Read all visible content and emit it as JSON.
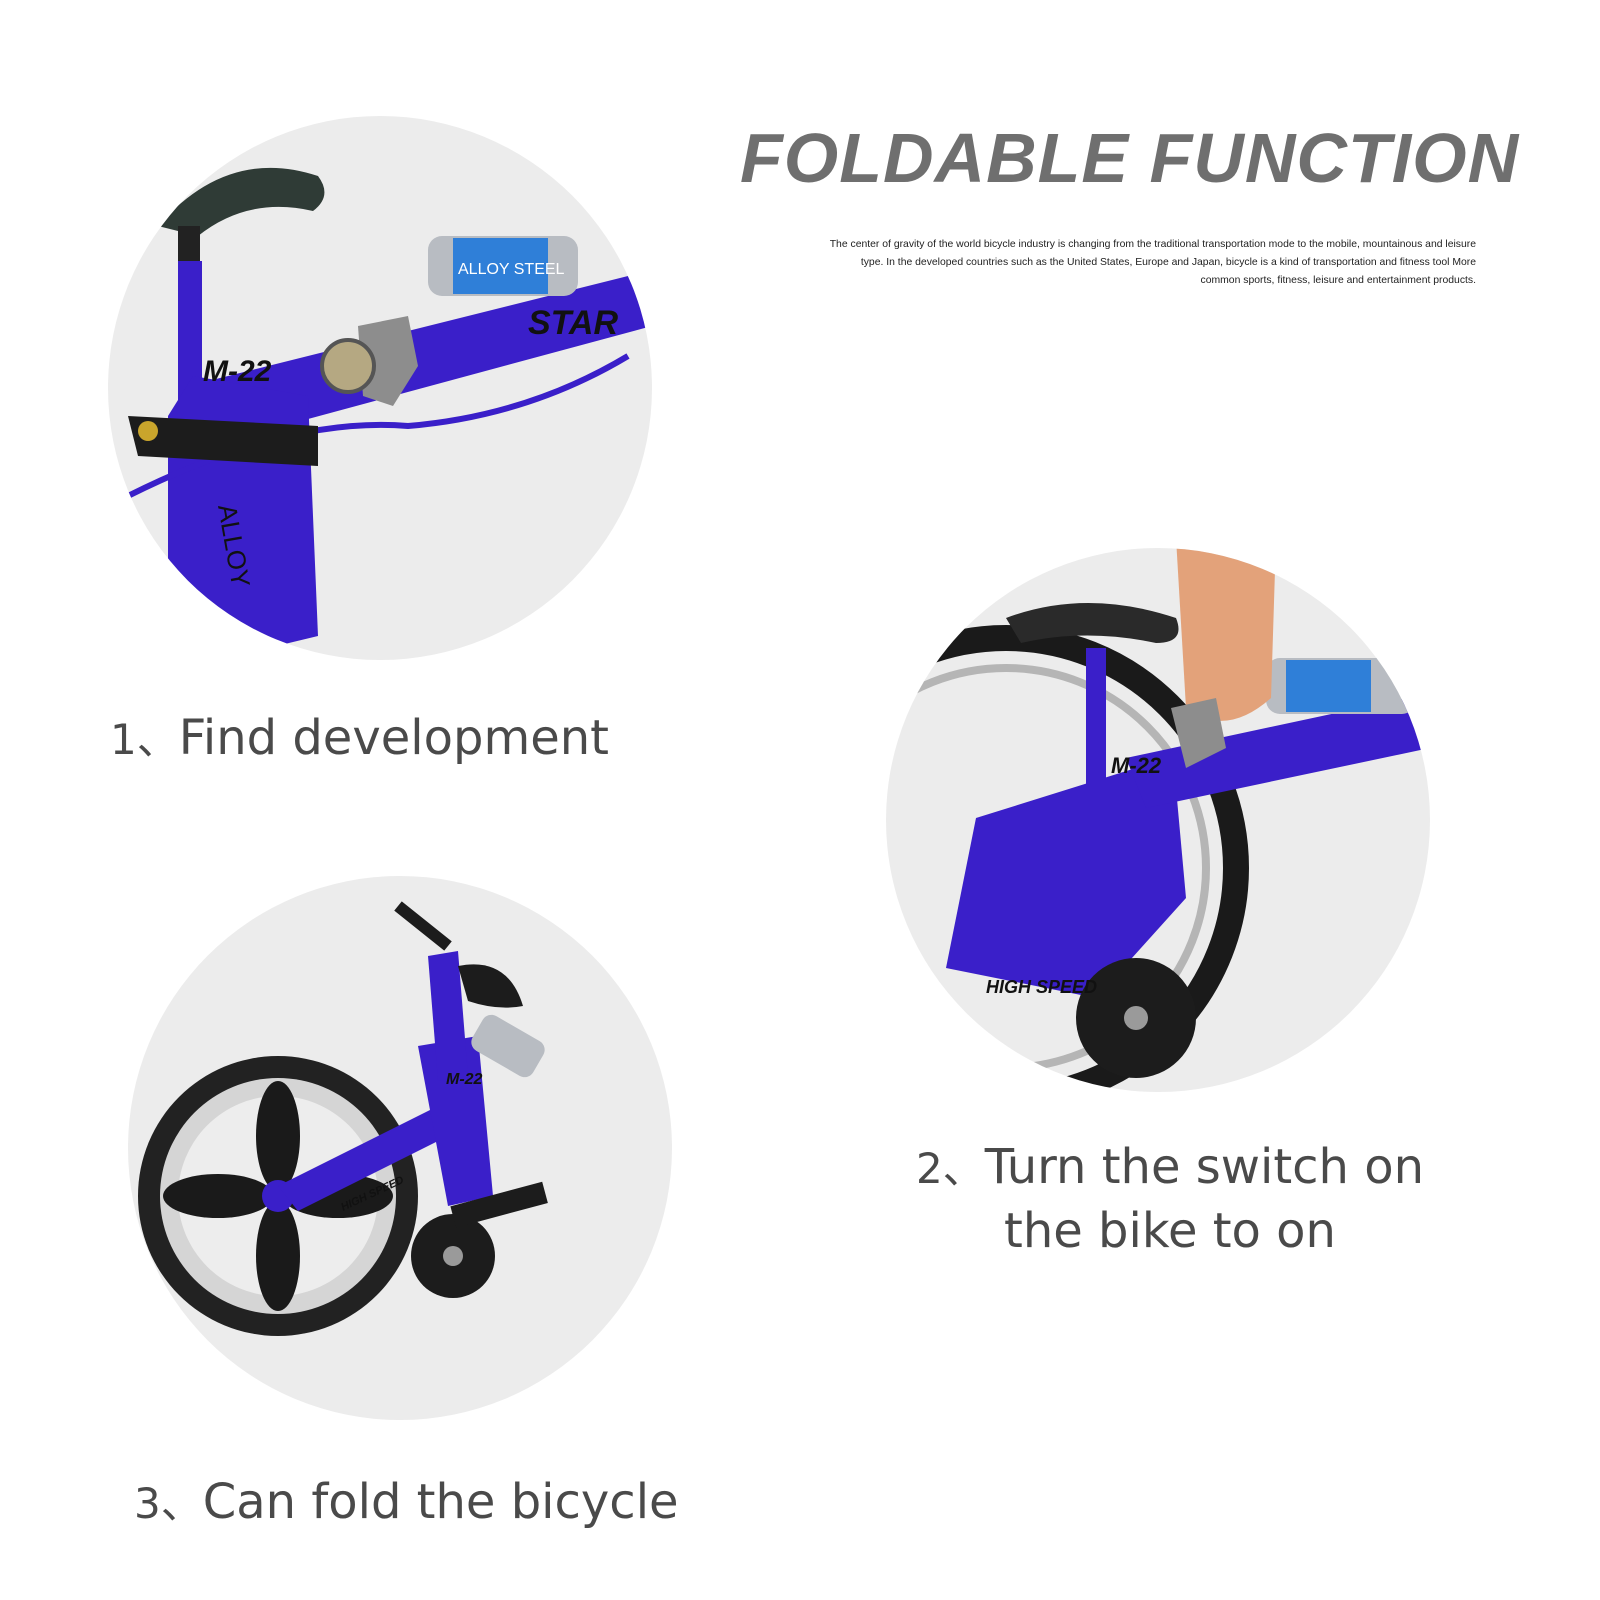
{
  "header": {
    "title": "FOLDABLE FUNCTION",
    "description": "The center of gravity of the world bicycle industry is changing from the traditional transportation mode to the mobile, mountainous and leisure type. In the developed countries such as the United States, Europe and Japan, bicycle is a kind of transportation and fitness tool More common sports, fitness, leisure and entertainment products."
  },
  "steps": [
    {
      "number": "1、",
      "text": "Find development"
    },
    {
      "number": "2、",
      "text": "Turn the switch on the bike to on"
    },
    {
      "number": "3、",
      "text": "Can fold the bicycle"
    }
  ],
  "photo_labels": {
    "frame_model": "M-22",
    "brand": "STAR",
    "frame_material": "ALLOY",
    "crank_label": "HIGH SPEED",
    "bottle_label": "ALLOY STEEL"
  },
  "colors": {
    "frame": "#3a1fc9",
    "title": "#6f6f6f",
    "step_text": "#4a4a4a",
    "circle_bg": "#ececec"
  }
}
